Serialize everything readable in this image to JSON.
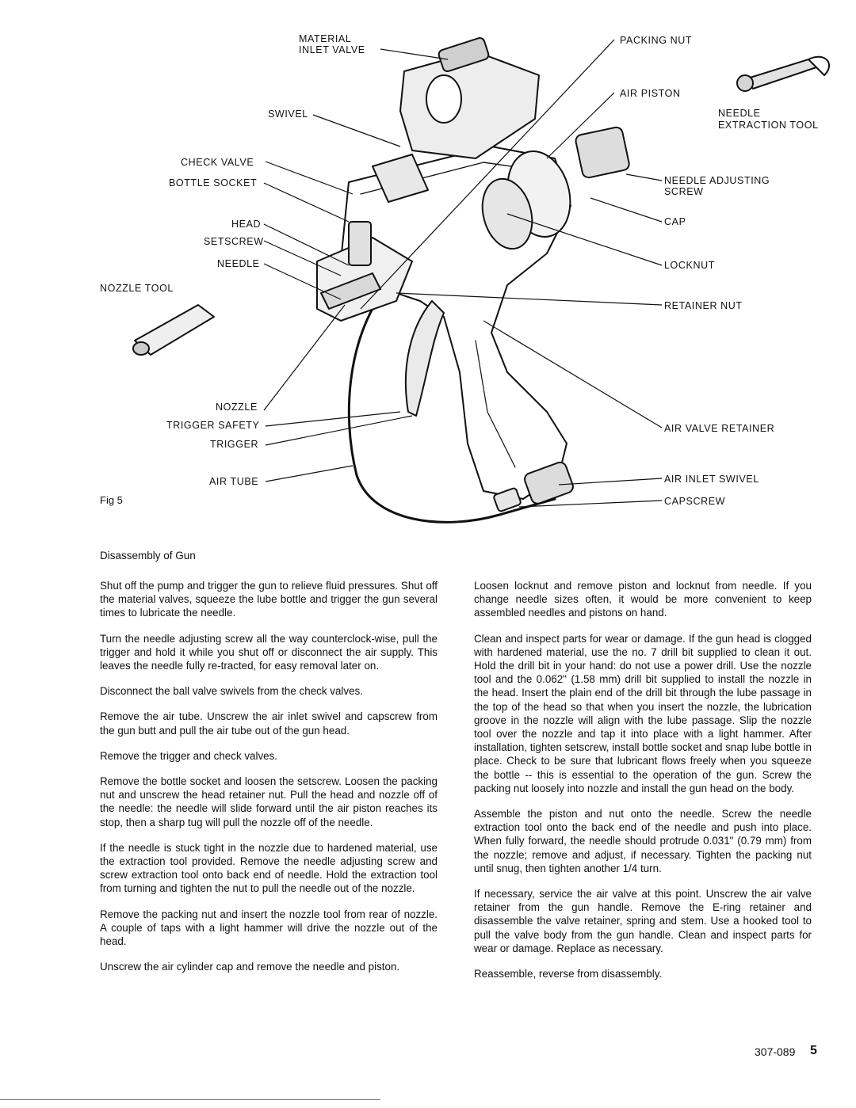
{
  "figure": {
    "caption": "Fig 5",
    "labels": {
      "material_inlet_valve_1": "MATERIAL",
      "material_inlet_valve_2": "INLET VALVE",
      "swivel": "SWIVEL",
      "check_valve": "CHECK VALVE",
      "bottle_socket": "BOTTLE SOCKET",
      "head": "HEAD",
      "setscrew": "SETSCREW",
      "needle": "NEEDLE",
      "nozzle_tool": "NOZZLE TOOL",
      "nozzle": "NOZZLE",
      "trigger_safety": "TRIGGER SAFETY",
      "trigger": "TRIGGER",
      "air_tube": "AIR TUBE",
      "packing_nut": "PACKING NUT",
      "air_piston": "AIR PISTON",
      "needle_extraction_tool_1": "NEEDLE",
      "needle_extraction_tool_2": "EXTRACTION TOOL",
      "needle_adjusting_screw_1": "NEEDLE ADJUSTING",
      "needle_adjusting_screw_2": "SCREW",
      "cap": "CAP",
      "locknut": "LOCKNUT",
      "retainer_nut": "RETAINER NUT",
      "air_valve_retainer": "AIR VALVE RETAINER",
      "air_inlet_swivel": "AIR INLET SWIVEL",
      "capscrew": "CAPSCREW"
    }
  },
  "heading": "Disassembly of Gun",
  "left_column": [
    "Shut off the pump and trigger the gun to relieve fluid pressures. Shut off the material valves, squeeze the lube bottle and trigger the gun several times to lubricate the needle.",
    "Turn the needle adjusting screw all the way counterclock-wise, pull the trigger and hold it while you shut off or disconnect the air supply. This leaves the needle fully re-tracted, for easy removal later on.",
    "Disconnect the ball valve swivels from the check valves.",
    "Remove the air tube. Unscrew the air inlet swivel and capscrew from the gun butt and pull the air tube out of the gun head.",
    "Remove the trigger and check valves.",
    "Remove the bottle socket and loosen the setscrew. Loosen the packing nut and unscrew the head retainer nut. Pull the head and nozzle off of the needle: the needle will slide forward until the air piston reaches its stop, then a sharp tug will pull the nozzle off of the needle.",
    "If the needle is stuck tight in the nozzle due to hardened material, use the extraction tool provided. Remove the needle adjusting screw and screw extraction tool onto back end of needle. Hold the extraction tool from turning and tighten the nut to pull the needle out of the nozzle.",
    "Remove the packing nut and insert the nozzle tool from rear of nozzle. A couple of taps with a light hammer will drive the nozzle out of the head.",
    "Unscrew the air cylinder cap and remove the needle and piston."
  ],
  "right_column": [
    "Loosen locknut and remove piston and locknut from needle. If you change needle sizes often, it would be more convenient to keep assembled needles and pistons on hand.",
    "Clean and inspect parts for wear or damage. If the gun head is clogged with hardened material, use the no. 7 drill bit supplied to clean it out. Hold the drill bit in your hand: do not use a power drill. Use the nozzle tool and the 0.062\" (1.58 mm) drill bit supplied to install the nozzle in the head. Insert the plain end of the drill bit through the lube passage in the top of the head so that when you insert the nozzle, the lubrication groove in the nozzle will align with the lube passage. Slip the nozzle tool over the nozzle and tap it into place with a light hammer. After installation, tighten setscrew, install bottle socket and snap lube bottle in place. Check to be sure that lubricant flows freely when you squeeze the bottle -- this is essential to the operation of the gun. Screw the packing nut loosely into nozzle and install the gun head on the body.",
    "Assemble the piston and nut onto the needle. Screw the needle extraction tool onto the back end of the needle and push into place. When fully forward, the needle should protrude 0.031\" (0.79 mm) from the nozzle; remove and adjust, if necessary. Tighten the packing nut until snug, then tighten another 1/4 turn.",
    "If necessary, service the air valve at this point. Unscrew the air valve retainer from the gun handle. Remove the E-ring retainer and disassemble the valve retainer, spring and stem. Use a hooked tool to pull the valve body from the gun handle. Clean and inspect parts for wear or damage. Replace as necessary.",
    "Reassemble, reverse from disassembly."
  ],
  "footer": {
    "doc_number": "307-089",
    "page_number": "5"
  }
}
